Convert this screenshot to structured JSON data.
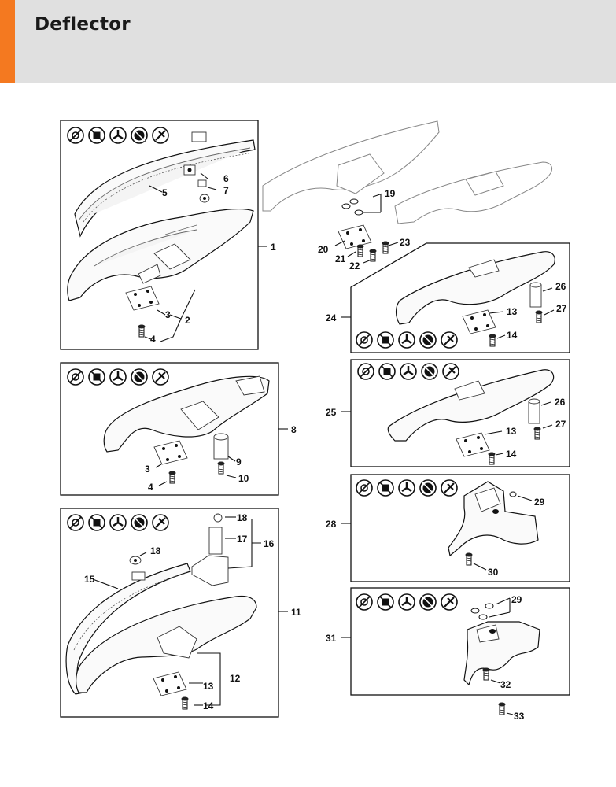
{
  "page": {
    "title": "Deflector",
    "accent_color": "#f47920"
  },
  "callouts": {
    "n1": "1",
    "n2": "2",
    "n3": "3",
    "n4": "4",
    "n5": "5",
    "n6": "6",
    "n7": "7",
    "n8": "8",
    "n9": "9",
    "n10": "10",
    "n11": "11",
    "n12": "12",
    "n13": "13",
    "n14": "14",
    "n15": "15",
    "n16": "16",
    "n17": "17",
    "n18": "18",
    "n19": "19",
    "n20": "20",
    "n21": "21",
    "n22": "22",
    "n23": "23",
    "n24": "24",
    "n25": "25",
    "n26": "26",
    "n27": "27",
    "n28": "28",
    "n29": "29",
    "n30": "30",
    "n31": "31",
    "n32": "32",
    "n33": "33"
  },
  "icons": [
    "trimmer-head-icon",
    "mowing-head-icon",
    "blade-3-tooth-icon",
    "circular-saw-icon",
    "brush-knife-icon"
  ]
}
